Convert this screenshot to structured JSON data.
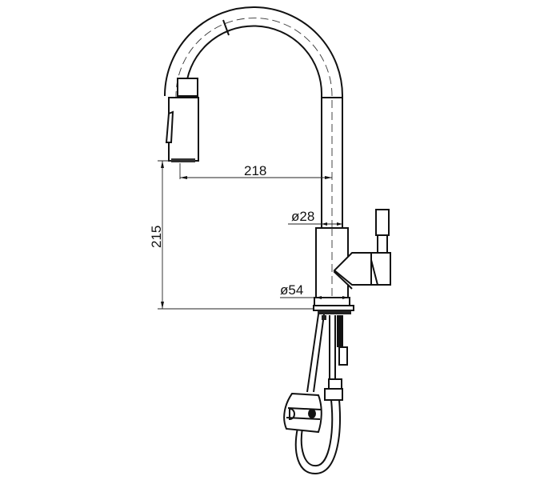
{
  "diagram": {
    "subject": "pull-down kitchen faucet",
    "dimensions": {
      "spout_reach": "218",
      "spout_height": "215",
      "pipe_diameter": "ø28",
      "base_diameter": "ø54"
    },
    "colors": {
      "line": "#111111",
      "background": "#ffffff"
    }
  }
}
